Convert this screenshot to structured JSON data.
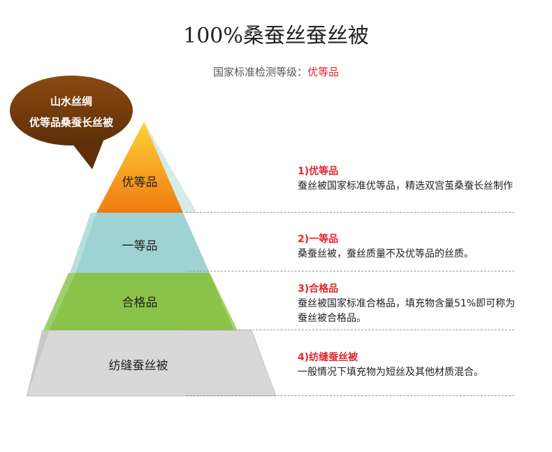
{
  "title": "100%桑蚕丝蚕丝被",
  "subtitle_prefix": "国家标准检测等级：",
  "subtitle_grade": "优等品",
  "bubble": {
    "line1": "山水丝绸",
    "line2": "优等品桑蚕长丝被"
  },
  "levels": [
    {
      "label": "优等品",
      "color": "#f59a16"
    },
    {
      "label": "一等品",
      "color": "#9fd3d3"
    },
    {
      "label": "合格品",
      "color": "#8bc34a"
    },
    {
      "label": "纺缝蚕丝被",
      "color": "#d8d8d8"
    }
  ],
  "descriptions": [
    {
      "heading": "1)优等品",
      "text": "蚕丝被国家标准优等品，精选双宫茧桑蚕长丝制作"
    },
    {
      "heading": "2)一等品",
      "text": "桑蚕丝被，蚕丝质量不及优等品的丝质。"
    },
    {
      "heading": "3)合格品",
      "text": "蚕丝被国家标准合格品，填充物含量51%即可称为蚕丝被合格品。"
    },
    {
      "heading": "4)纺缝蚕丝被",
      "text": "一般情况下填充物为短丝及其他材质混合。"
    }
  ]
}
